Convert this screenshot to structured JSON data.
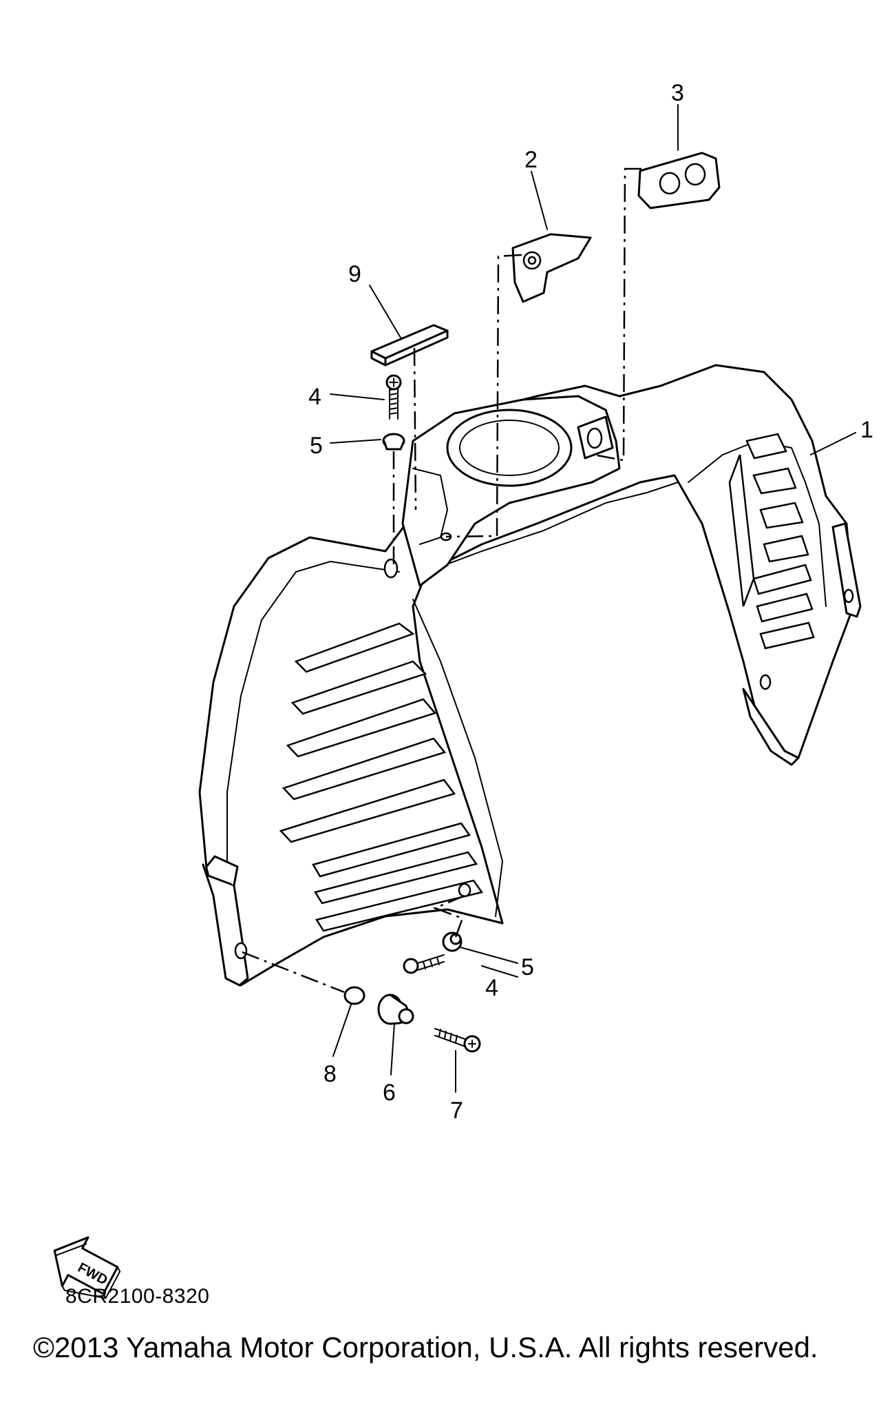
{
  "diagram": {
    "callouts": [
      {
        "id": "1",
        "label": "1"
      },
      {
        "id": "2",
        "label": "2"
      },
      {
        "id": "3",
        "label": "3"
      },
      {
        "id": "4a",
        "label": "4"
      },
      {
        "id": "4b",
        "label": "4"
      },
      {
        "id": "5a",
        "label": "5"
      },
      {
        "id": "5b",
        "label": "5"
      },
      {
        "id": "6",
        "label": "6"
      },
      {
        "id": "7",
        "label": "7"
      },
      {
        "id": "8",
        "label": "8"
      },
      {
        "id": "9",
        "label": "9"
      }
    ],
    "direction_badge": "FWD",
    "diagram_code": "8CR2100-8320",
    "copyright": "©2013 Yamaha Motor Corporation, U.S.A. All rights reserved."
  }
}
